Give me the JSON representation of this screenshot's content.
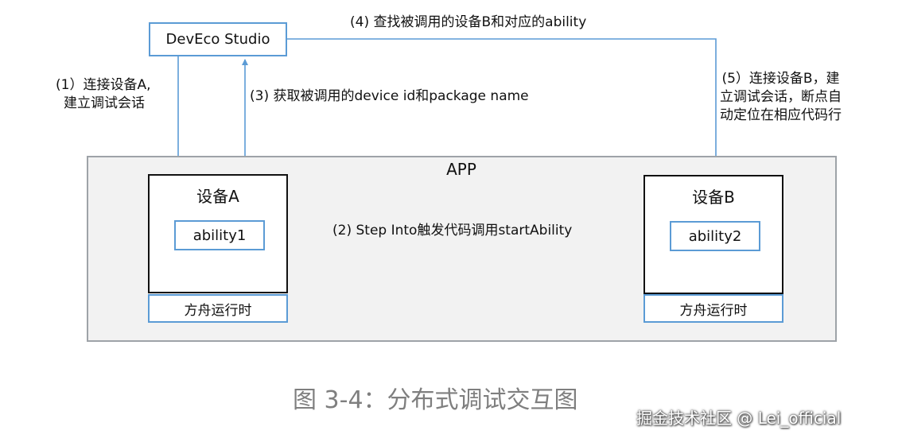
{
  "devstudio": {
    "label": "DevEco Studio"
  },
  "app": {
    "label": "APP"
  },
  "device_a": {
    "title": "设备A",
    "ability": "ability1",
    "runtime": "方舟运行时"
  },
  "device_b": {
    "title": "设备B",
    "ability": "ability2",
    "runtime": "方舟运行时"
  },
  "steps": {
    "step1_line1": "(1）连接设备A,",
    "step1_line2": "建立调试会话",
    "step2": "(2) Step Into触发代码调用startAbility",
    "step3": "(3) 获取被调用的device id和package name",
    "step4": "(4) 查找被调用的设备B和对应的ability",
    "step5_line1": "(5）连接设备B，建",
    "step5_line2": "立调试会话，断点自",
    "step5_line3": "动定位在相应代码行"
  },
  "caption": "图 3-4：分布式调试交互图",
  "watermark": "掘金技术社区 @ Lei_official",
  "colors": {
    "line": "#5b9bd5",
    "arrow_fill": "#ffffff",
    "container_bg": "#f2f2f2",
    "container_border": "#9ea3a8",
    "caption": "#7f7f7f"
  }
}
